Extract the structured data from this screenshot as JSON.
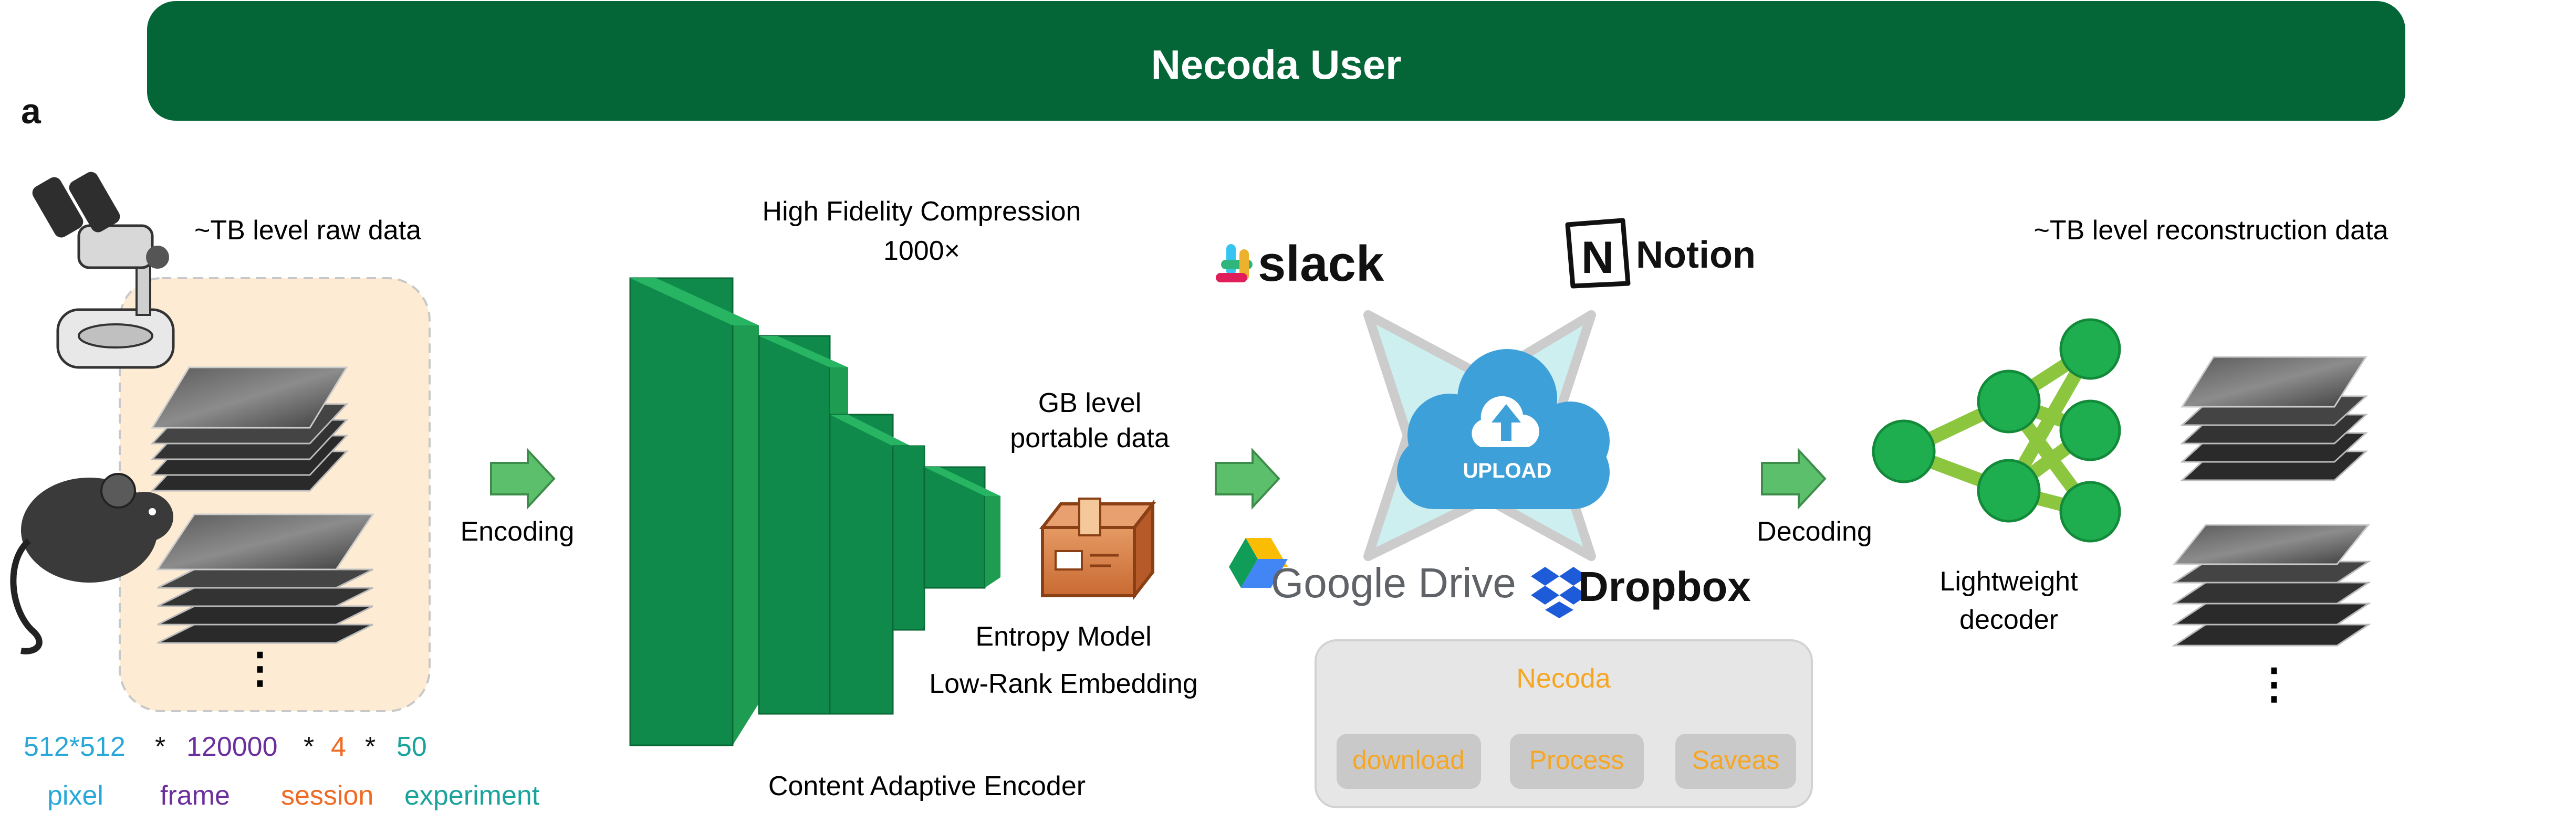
{
  "banner": {
    "title": "Necoda User",
    "color": "#046637"
  },
  "panel_label": "a",
  "raw_data_label": "~TB level raw data",
  "encoding_label": "Encoding",
  "dims": {
    "pixel_value": "512*512",
    "frame_value": "120000",
    "session_value": "4",
    "experiment_value": "50",
    "times": "*",
    "pixel_label": "pixel",
    "frame_label": "frame",
    "session_label": "session",
    "experiment_label": "experiment",
    "colors": {
      "pixel": "#2aa7d9",
      "frame": "#6a2f9c",
      "session": "#ef6a22",
      "experiment": "#1aa39c"
    }
  },
  "compression": {
    "title_line1": "High Fidelity Compression",
    "title_line2": "1000×"
  },
  "encoder_label": "Content Adaptive Encoder",
  "portable": {
    "line1": "GB level",
    "line2": "portable data"
  },
  "entropy_model": "Entropy Model",
  "low_rank": "Low-Rank Embedding",
  "platforms": {
    "slack": "slack",
    "notion": "Notion",
    "google_drive": "Google Drive",
    "dropbox": "Dropbox"
  },
  "upload_label": "UPLOAD",
  "necoda_panel": {
    "title": "Necoda",
    "buttons": [
      "download",
      "Process",
      "Saveas"
    ],
    "accent": "#f6a623"
  },
  "decoding_label": "Decoding",
  "recon_label": "~TB level reconstruction data",
  "decoder": {
    "line1": "Lightweight",
    "line2": "decoder"
  },
  "ellipsis": "⋮",
  "colors": {
    "encoder": "#0f8a4a",
    "arrow": "#5cbf6c",
    "cloud": "#3ea0d9",
    "node": "#1fae4f",
    "edge": "#8cc63f"
  }
}
